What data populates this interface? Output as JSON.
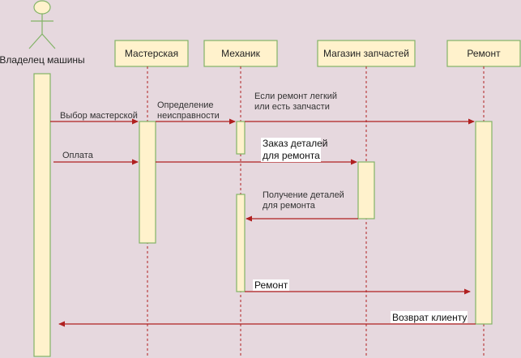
{
  "actor": {
    "label": "Владелец машины"
  },
  "participants": [
    {
      "id": "workshop",
      "label": "Мастерская"
    },
    {
      "id": "mechanic",
      "label": "Механик"
    },
    {
      "id": "parts_store",
      "label": "Магазин запчастей"
    },
    {
      "id": "repair",
      "label": "Ремонт"
    }
  ],
  "messages": [
    {
      "id": "choose-workshop",
      "label": [
        "Выбор мастерской"
      ]
    },
    {
      "id": "diagnose",
      "label": [
        "Определение",
        "неисправности"
      ]
    },
    {
      "id": "easy-repair",
      "label": [
        "Если ремонт легкий",
        "или есть запчасти"
      ]
    },
    {
      "id": "payment",
      "label": [
        "Оплата"
      ]
    },
    {
      "id": "order-parts",
      "label": [
        "Заказ деталей",
        "для ремонта"
      ]
    },
    {
      "id": "receive-parts",
      "label": [
        "Получение деталей",
        "для ремонта"
      ]
    },
    {
      "id": "repair-msg",
      "label": [
        "Ремонт"
      ]
    },
    {
      "id": "return-client",
      "label": [
        "Возврат клиенту"
      ]
    }
  ],
  "colors": {
    "background": "#e6d8de",
    "box_fill": "#fff2cc",
    "box_stroke": "#82b366",
    "arrow": "#b02020",
    "lifeline": "#b02020"
  }
}
